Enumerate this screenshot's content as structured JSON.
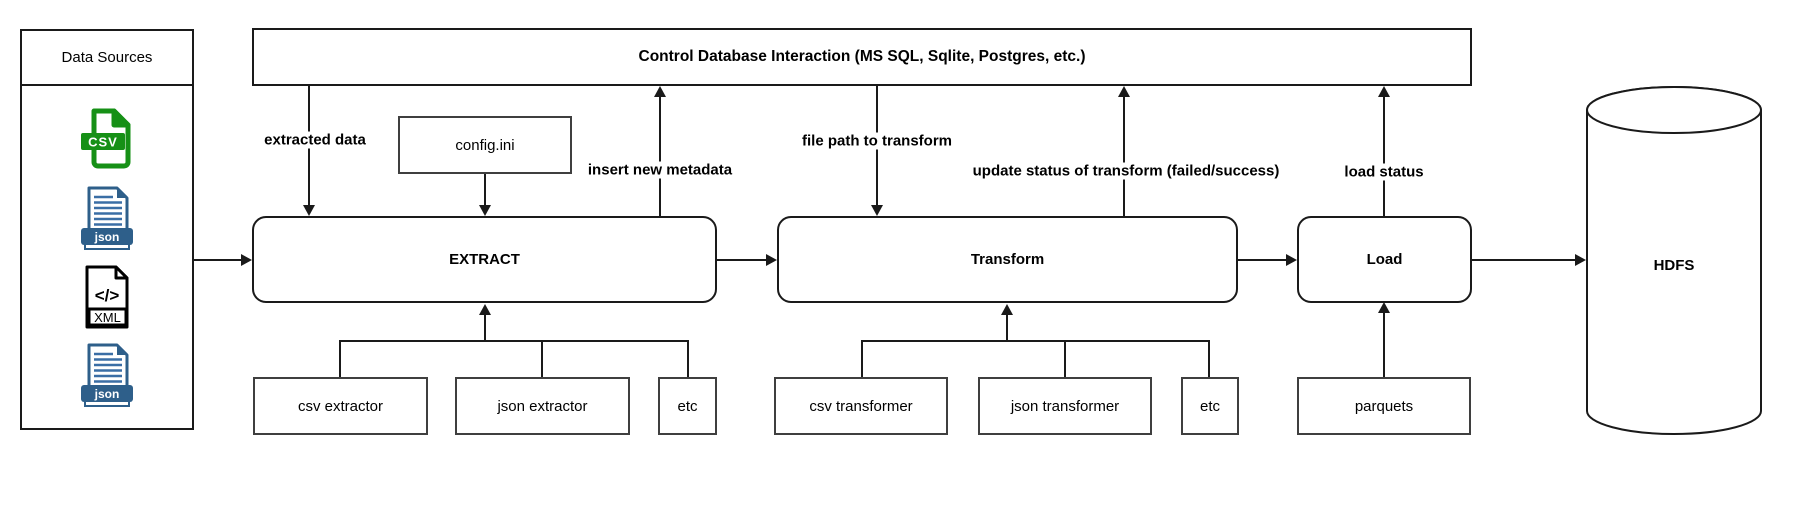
{
  "data_sources": {
    "title": "Data Sources",
    "icons": [
      {
        "type": "csv",
        "label": "CSV"
      },
      {
        "type": "json",
        "label": "json"
      },
      {
        "type": "xml",
        "glyph": "</>",
        "label": "XML"
      },
      {
        "type": "json",
        "label": "json"
      }
    ]
  },
  "nodes": {
    "control_db": "Control Database Interaction (MS SQL, Sqlite, Postgres, etc.)",
    "config": "config.ini",
    "extract": "EXTRACT",
    "transform": "Transform",
    "load": "Load",
    "hdfs": "HDFS",
    "csv_extractor": "csv extractor",
    "json_extractor": "json extractor",
    "etc_extractor": "etc",
    "csv_transformer": "csv transformer",
    "json_transformer": "json transformer",
    "etc_transformer": "etc",
    "parquets": "parquets"
  },
  "edge_labels": {
    "extracted_data": "extracted data",
    "insert_new_metadata": "insert new metadata",
    "file_path_to_transform": "file path to transform",
    "update_status": "update status of transform (failed/success)",
    "load_status": "load status"
  },
  "colors": {
    "line": "#1a1a1a",
    "csv_green": "#169016",
    "json_blue": "#2e5f8a",
    "xml_black": "#000000"
  }
}
